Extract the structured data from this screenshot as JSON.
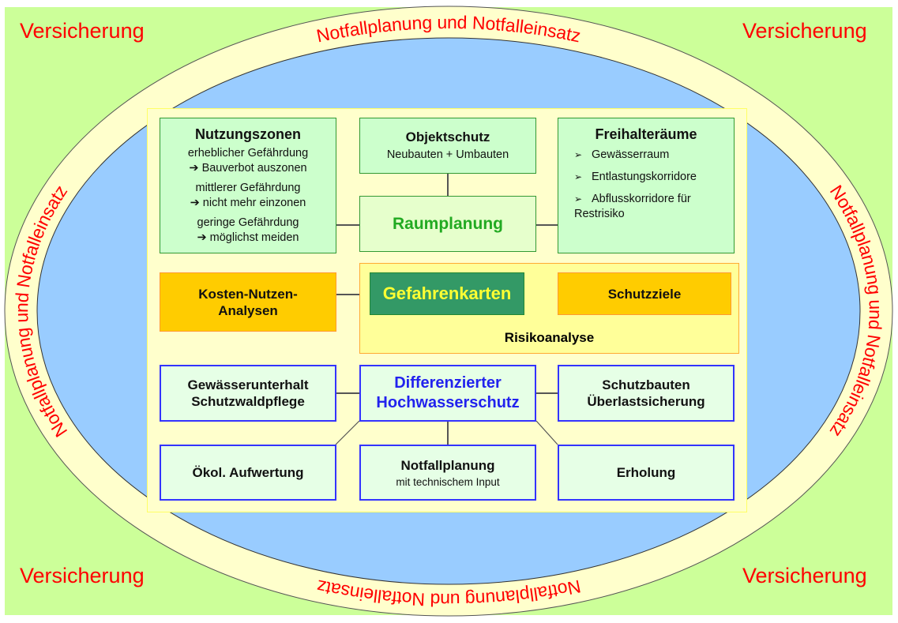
{
  "outer": {
    "corner_labels": [
      "Versicherung",
      "Versicherung",
      "Versicherung",
      "Versicherung"
    ],
    "ring_label": "Notfallplanung und Notfalleinsatz"
  },
  "raumplanung": {
    "nutzungszonen": {
      "title": "Nutzungszonen",
      "lines": [
        "erheblicher Gefährdung",
        "➔ Bauverbot auszonen",
        "mittlerer Gefährdung",
        "➔ nicht mehr einzonen",
        "geringe Gefährdung",
        "➔ möglichst meiden"
      ]
    },
    "objektschutz": {
      "title": "Objektschutz",
      "subtitle": "Neubauten + Umbauten"
    },
    "center": "Raumplanung",
    "freihalteraeume": {
      "title": "Freihalteräume",
      "bullet": "➢",
      "items": [
        "Gewässerraum",
        "Entlastungskorridore",
        "Abflusskorridore für Restrisiko"
      ]
    }
  },
  "risiko": {
    "kosten_nutzen": "Kosten-Nutzen-Analysen",
    "gefahrenkarten": "Gefahrenkarten",
    "schutzziele": "Schutzziele",
    "risikoanalyse": "Risikoanalyse"
  },
  "hochwasser": {
    "center": "Differenzierter Hochwasserschutz",
    "gewaesser": "Gewässerunterhalt Schutzwaldpflege",
    "schutzbauten": "Schutzbauten Überlastsicherung",
    "oekol": "Ökol. Aufwertung",
    "notfall_title": "Notfallplanung",
    "notfall_sub": "mit technischem Input",
    "erholung": "Erholung"
  },
  "colors": {
    "label_red": "#ff0000",
    "bg_green": "#ccff99",
    "ring": "#ffffcc",
    "water": "#99ccff"
  }
}
